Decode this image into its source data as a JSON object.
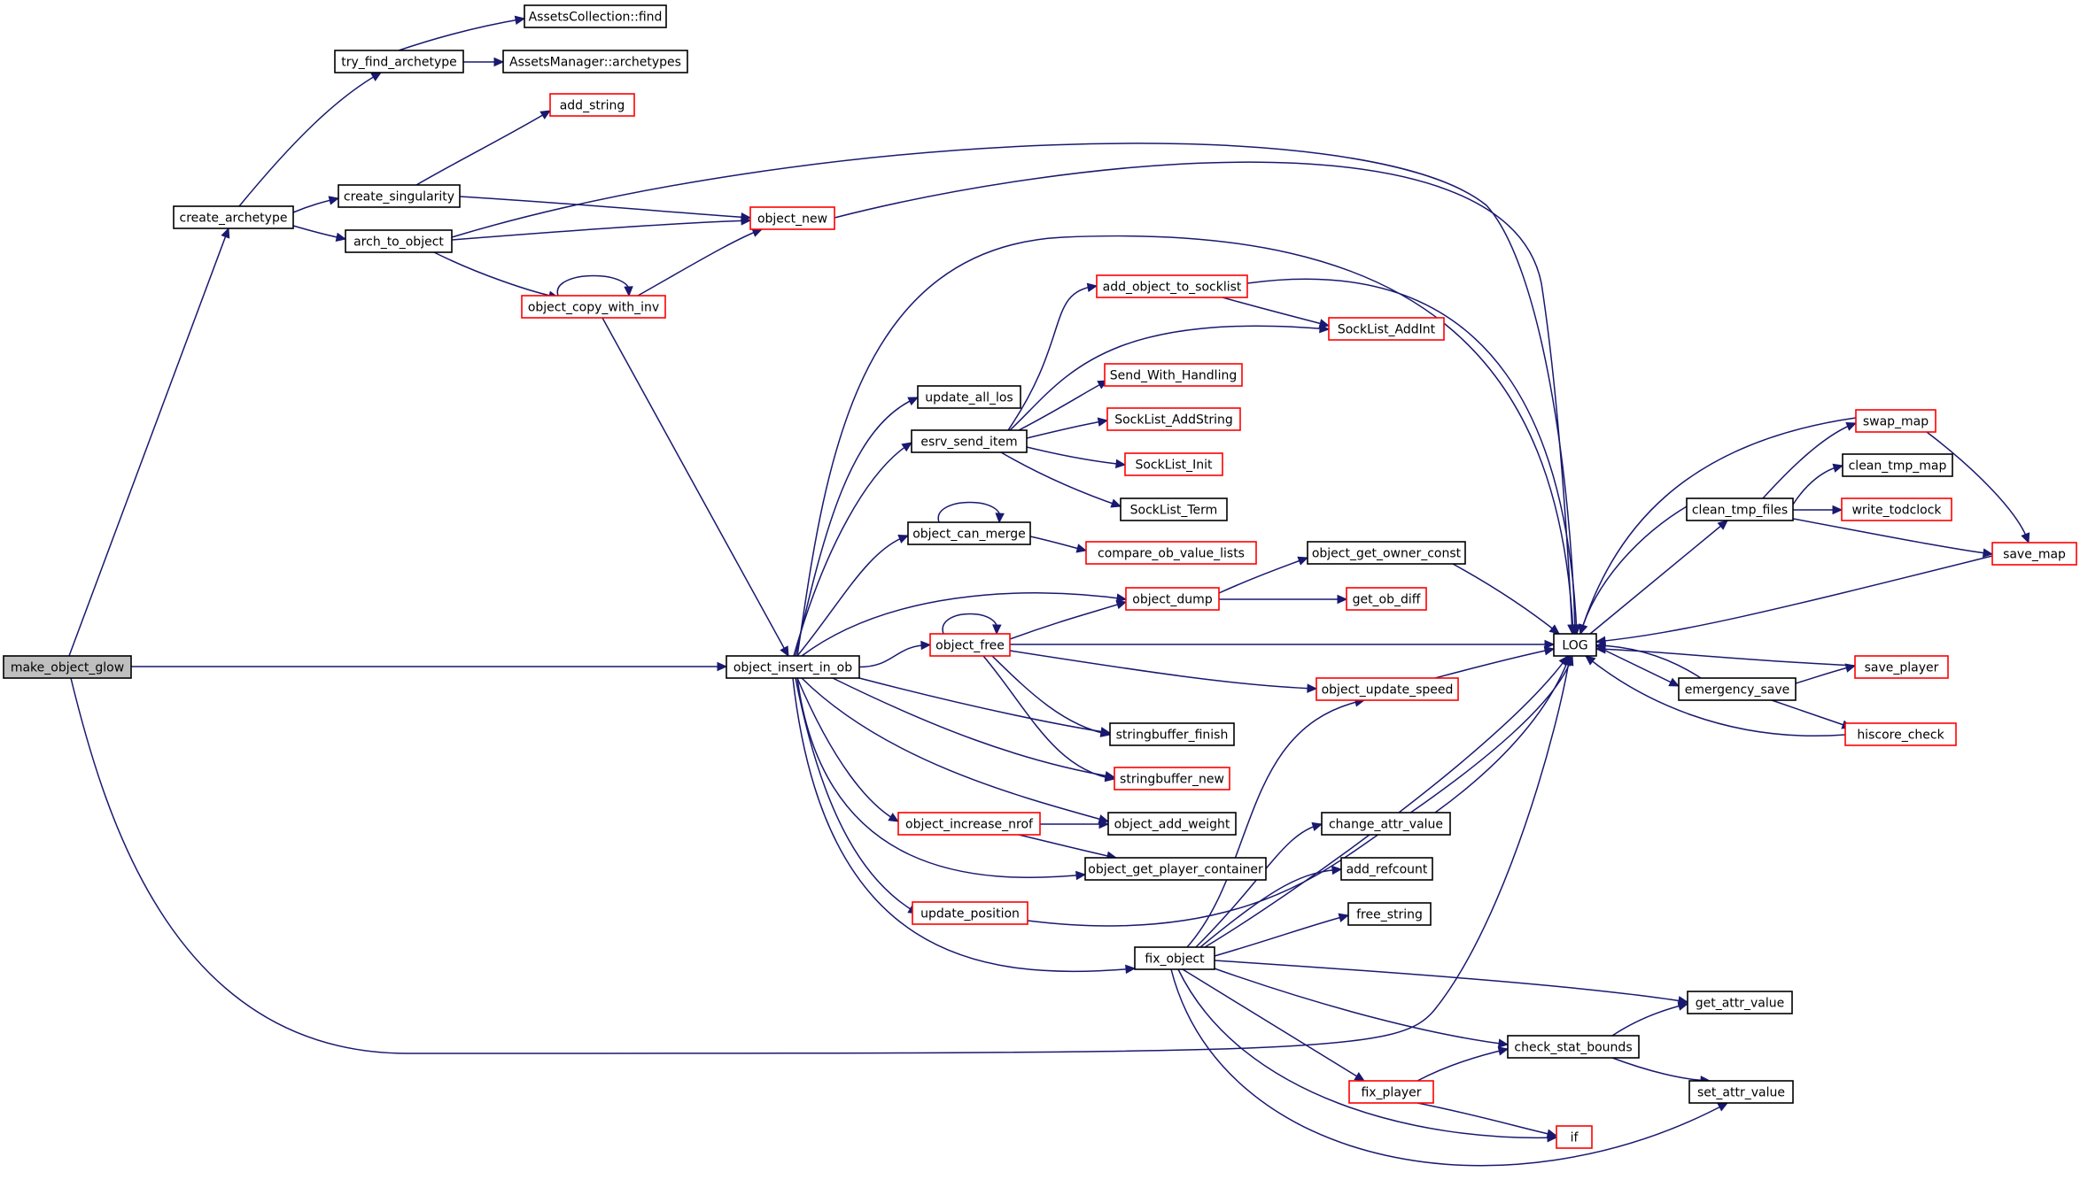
{
  "diagram": {
    "type": "call-graph",
    "colors": {
      "edge": "#191970",
      "node_border": "#000000",
      "truncated_node_border": "#ff0000",
      "root_fill": "#bfbfbf"
    },
    "nodes": [
      {
        "id": "make_object_glow",
        "label": "make_object_glow",
        "root": true
      },
      {
        "id": "create_archetype",
        "label": "create_archetype"
      },
      {
        "id": "try_find_archetype",
        "label": "try_find_archetype"
      },
      {
        "id": "assets_find",
        "label": "AssetsCollection::find"
      },
      {
        "id": "assets_arch",
        "label": "AssetsManager::archetypes"
      },
      {
        "id": "add_string",
        "label": "add_string",
        "truncated": true
      },
      {
        "id": "create_singularity",
        "label": "create_singularity"
      },
      {
        "id": "arch_to_object",
        "label": "arch_to_object"
      },
      {
        "id": "object_new",
        "label": "object_new",
        "truncated": true
      },
      {
        "id": "object_copy_with_inv",
        "label": "object_copy_with_inv",
        "truncated": true
      },
      {
        "id": "add_object_to_socklist",
        "label": "add_object_to_socklist",
        "truncated": true
      },
      {
        "id": "socklist_addint",
        "label": "SockList_AddInt",
        "truncated": true
      },
      {
        "id": "send_with_handling",
        "label": "Send_With_Handling",
        "truncated": true
      },
      {
        "id": "update_all_los",
        "label": "update_all_los"
      },
      {
        "id": "socklist_addstring",
        "label": "SockList_AddString",
        "truncated": true
      },
      {
        "id": "esrv_send_item",
        "label": "esrv_send_item"
      },
      {
        "id": "socklist_init",
        "label": "SockList_Init",
        "truncated": true
      },
      {
        "id": "socklist_term",
        "label": "SockList_Term"
      },
      {
        "id": "object_can_merge",
        "label": "object_can_merge"
      },
      {
        "id": "compare_ob_value_lists",
        "label": "compare_ob_value_lists",
        "truncated": true
      },
      {
        "id": "object_get_owner_const",
        "label": "object_get_owner_const"
      },
      {
        "id": "object_dump",
        "label": "object_dump",
        "truncated": true
      },
      {
        "id": "get_ob_diff",
        "label": "get_ob_diff",
        "truncated": true
      },
      {
        "id": "object_free",
        "label": "object_free",
        "truncated": true
      },
      {
        "id": "log",
        "label": "LOG"
      },
      {
        "id": "object_insert_in_ob",
        "label": "object_insert_in_ob"
      },
      {
        "id": "object_update_speed",
        "label": "object_update_speed",
        "truncated": true
      },
      {
        "id": "stringbuffer_finish",
        "label": "stringbuffer_finish"
      },
      {
        "id": "stringbuffer_new",
        "label": "stringbuffer_new",
        "truncated": true
      },
      {
        "id": "object_increase_nrof",
        "label": "object_increase_nrof",
        "truncated": true
      },
      {
        "id": "object_add_weight",
        "label": "object_add_weight"
      },
      {
        "id": "change_attr_value",
        "label": "change_attr_value"
      },
      {
        "id": "object_get_player_container",
        "label": "object_get_player_container"
      },
      {
        "id": "add_refcount",
        "label": "add_refcount"
      },
      {
        "id": "update_position",
        "label": "update_position",
        "truncated": true
      },
      {
        "id": "free_string",
        "label": "free_string"
      },
      {
        "id": "fix_object",
        "label": "fix_object"
      },
      {
        "id": "get_attr_value",
        "label": "get_attr_value"
      },
      {
        "id": "check_stat_bounds",
        "label": "check_stat_bounds"
      },
      {
        "id": "fix_player",
        "label": "fix_player",
        "truncated": true
      },
      {
        "id": "set_attr_value",
        "label": "set_attr_value"
      },
      {
        "id": "if",
        "label": "if",
        "truncated": true
      },
      {
        "id": "swap_map",
        "label": "swap_map",
        "truncated": true
      },
      {
        "id": "clean_tmp_map",
        "label": "clean_tmp_map"
      },
      {
        "id": "clean_tmp_files",
        "label": "clean_tmp_files"
      },
      {
        "id": "write_todclock",
        "label": "write_todclock",
        "truncated": true
      },
      {
        "id": "save_map",
        "label": "save_map",
        "truncated": true
      },
      {
        "id": "save_player",
        "label": "save_player",
        "truncated": true
      },
      {
        "id": "emergency_save",
        "label": "emergency_save"
      },
      {
        "id": "hiscore_check",
        "label": "hiscore_check",
        "truncated": true
      }
    ],
    "edges": [
      {
        "from": "make_object_glow",
        "to": "create_archetype"
      },
      {
        "from": "make_object_glow",
        "to": "object_insert_in_ob"
      },
      {
        "from": "make_object_glow",
        "to": "log"
      },
      {
        "from": "create_archetype",
        "to": "try_find_archetype"
      },
      {
        "from": "create_archetype",
        "to": "create_singularity"
      },
      {
        "from": "create_archetype",
        "to": "arch_to_object"
      },
      {
        "from": "try_find_archetype",
        "to": "assets_find"
      },
      {
        "from": "try_find_archetype",
        "to": "assets_arch"
      },
      {
        "from": "create_singularity",
        "to": "add_string"
      },
      {
        "from": "create_singularity",
        "to": "object_new"
      },
      {
        "from": "arch_to_object",
        "to": "object_new"
      },
      {
        "from": "arch_to_object",
        "to": "log"
      },
      {
        "from": "arch_to_object",
        "to": "object_copy_with_inv"
      },
      {
        "from": "object_new",
        "to": "log"
      },
      {
        "from": "object_copy_with_inv",
        "to": "object_copy_with_inv"
      },
      {
        "from": "object_copy_with_inv",
        "to": "object_new"
      },
      {
        "from": "object_copy_with_inv",
        "to": "object_insert_in_ob"
      },
      {
        "from": "object_insert_in_ob",
        "to": "log"
      },
      {
        "from": "object_insert_in_ob",
        "to": "update_all_los"
      },
      {
        "from": "object_insert_in_ob",
        "to": "esrv_send_item"
      },
      {
        "from": "object_insert_in_ob",
        "to": "object_can_merge"
      },
      {
        "from": "object_insert_in_ob",
        "to": "object_dump"
      },
      {
        "from": "object_insert_in_ob",
        "to": "object_free"
      },
      {
        "from": "object_insert_in_ob",
        "to": "stringbuffer_finish"
      },
      {
        "from": "object_insert_in_ob",
        "to": "stringbuffer_new"
      },
      {
        "from": "object_insert_in_ob",
        "to": "object_add_weight"
      },
      {
        "from": "object_insert_in_ob",
        "to": "object_increase_nrof"
      },
      {
        "from": "object_insert_in_ob",
        "to": "object_get_player_container"
      },
      {
        "from": "object_insert_in_ob",
        "to": "update_position"
      },
      {
        "from": "object_insert_in_ob",
        "to": "fix_object"
      },
      {
        "from": "esrv_send_item",
        "to": "add_object_to_socklist"
      },
      {
        "from": "esrv_send_item",
        "to": "socklist_addint"
      },
      {
        "from": "esrv_send_item",
        "to": "send_with_handling"
      },
      {
        "from": "esrv_send_item",
        "to": "socklist_addstring"
      },
      {
        "from": "esrv_send_item",
        "to": "socklist_init"
      },
      {
        "from": "esrv_send_item",
        "to": "socklist_term"
      },
      {
        "from": "add_object_to_socklist",
        "to": "socklist_addint"
      },
      {
        "from": "add_object_to_socklist",
        "to": "log"
      },
      {
        "from": "object_can_merge",
        "to": "object_can_merge"
      },
      {
        "from": "object_can_merge",
        "to": "compare_ob_value_lists"
      },
      {
        "from": "object_dump",
        "to": "object_get_owner_const"
      },
      {
        "from": "object_dump",
        "to": "get_ob_diff"
      },
      {
        "from": "object_get_owner_const",
        "to": "log"
      },
      {
        "from": "object_free",
        "to": "object_free"
      },
      {
        "from": "object_free",
        "to": "object_dump"
      },
      {
        "from": "object_free",
        "to": "log"
      },
      {
        "from": "object_free",
        "to": "object_update_speed"
      },
      {
        "from": "object_free",
        "to": "stringbuffer_finish"
      },
      {
        "from": "object_free",
        "to": "stringbuffer_new"
      },
      {
        "from": "object_update_speed",
        "to": "log"
      },
      {
        "from": "object_increase_nrof",
        "to": "object_add_weight"
      },
      {
        "from": "object_increase_nrof",
        "to": "object_get_player_container"
      },
      {
        "from": "update_position",
        "to": "log"
      },
      {
        "from": "change_attr_value",
        "to": "log"
      },
      {
        "from": "fix_object",
        "to": "object_update_speed"
      },
      {
        "from": "fix_object",
        "to": "log"
      },
      {
        "from": "fix_object",
        "to": "change_attr_value"
      },
      {
        "from": "fix_object",
        "to": "add_refcount"
      },
      {
        "from": "fix_object",
        "to": "free_string"
      },
      {
        "from": "fix_object",
        "to": "get_attr_value"
      },
      {
        "from": "fix_object",
        "to": "check_stat_bounds"
      },
      {
        "from": "fix_object",
        "to": "fix_player"
      },
      {
        "from": "fix_object",
        "to": "if"
      },
      {
        "from": "fix_object",
        "to": "set_attr_value"
      },
      {
        "from": "check_stat_bounds",
        "to": "get_attr_value"
      },
      {
        "from": "check_stat_bounds",
        "to": "set_attr_value"
      },
      {
        "from": "fix_player",
        "to": "check_stat_bounds"
      },
      {
        "from": "fix_player",
        "to": "if"
      },
      {
        "from": "log",
        "to": "clean_tmp_files"
      },
      {
        "from": "log",
        "to": "emergency_save"
      },
      {
        "from": "clean_tmp_files",
        "to": "swap_map"
      },
      {
        "from": "clean_tmp_files",
        "to": "clean_tmp_map"
      },
      {
        "from": "clean_tmp_files",
        "to": "write_todclock"
      },
      {
        "from": "clean_tmp_files",
        "to": "save_map"
      },
      {
        "from": "clean_tmp_files",
        "to": "log"
      },
      {
        "from": "swap_map",
        "to": "save_map"
      },
      {
        "from": "swap_map",
        "to": "log"
      },
      {
        "from": "save_map",
        "to": "log"
      },
      {
        "from": "emergency_save",
        "to": "save_player"
      },
      {
        "from": "emergency_save",
        "to": "hiscore_check"
      },
      {
        "from": "emergency_save",
        "to": "log"
      },
      {
        "from": "save_player",
        "to": "log"
      },
      {
        "from": "hiscore_check",
        "to": "log"
      }
    ]
  }
}
